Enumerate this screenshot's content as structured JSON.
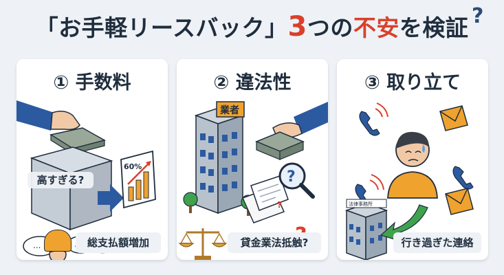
{
  "header": {
    "title_pre": "「お手軽リースバック」",
    "title_num": "3",
    "title_mid": "つの",
    "title_red": "不安",
    "title_post": "を検証",
    "title_mark": "?"
  },
  "cards": [
    {
      "title": "① 手数料",
      "caption_overlay": "高すぎる?",
      "chart_label": "60%",
      "speech_bubble": "...",
      "mark": "?",
      "label": "総支払額増加"
    },
    {
      "title": "② 違法性",
      "building_sign": "業者",
      "doc_mark": "?",
      "mark": "?",
      "label": "貸金業法抵触?"
    },
    {
      "title": "③ 取り立て",
      "building_sign": "法律事務所",
      "label": "行き過ぎた連絡"
    }
  ],
  "colors": {
    "accent_red": "#d9402b",
    "navy": "#1f2d3d",
    "blue": "#2c5aa0",
    "skin": "#f2c9a6",
    "orange": "#f0a22e",
    "green": "#3fa34d"
  }
}
